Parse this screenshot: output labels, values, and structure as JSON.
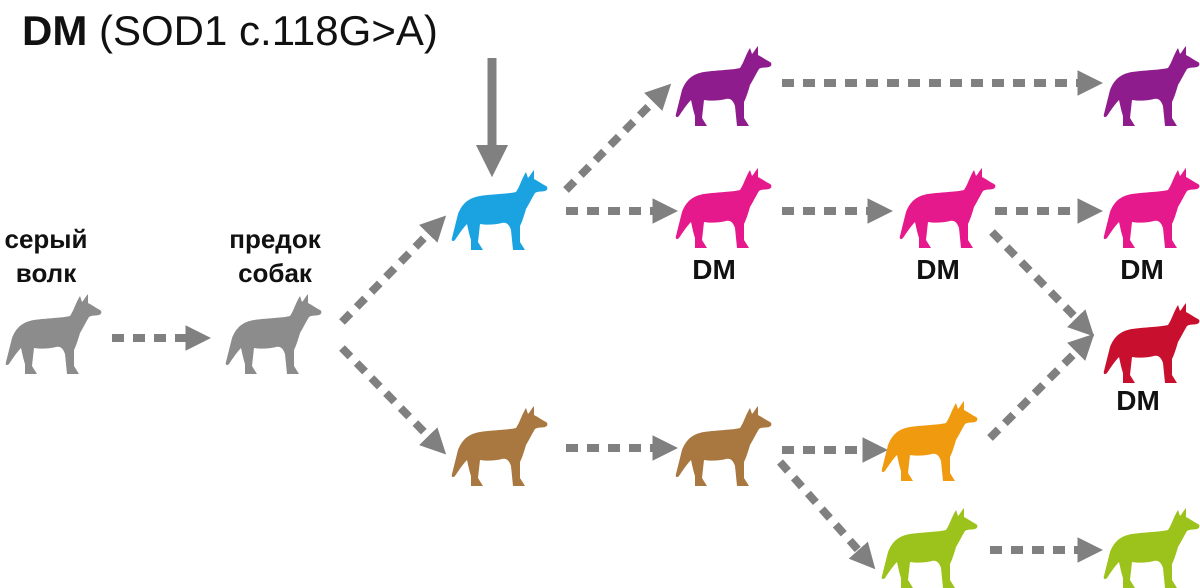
{
  "title": {
    "bold": "DM",
    "rest": " (SOD1 c.118G>A)"
  },
  "labels": {
    "wolf": [
      "серый",
      "волк"
    ],
    "ancestor": [
      "предок",
      "собак"
    ],
    "dm": "DM"
  },
  "colors": {
    "gray": "#8c8c8c",
    "blue": "#1aa3e0",
    "purple": "#8e1c8c",
    "magenta": "#e5188c",
    "brown": "#a87840",
    "orange": "#f09a10",
    "green": "#9cc21c",
    "crimson": "#c8102e",
    "arrow": "#808080"
  },
  "nodes": [
    {
      "id": "wolf",
      "color": "gray",
      "label": "labels.wolf"
    },
    {
      "id": "ancestor",
      "color": "gray",
      "label": "labels.ancestor"
    },
    {
      "id": "blue",
      "color": "blue",
      "label": null
    },
    {
      "id": "purple1",
      "color": "purple",
      "label": null
    },
    {
      "id": "purple2",
      "color": "purple",
      "label": null
    },
    {
      "id": "magenta1",
      "color": "magenta",
      "label": "DM"
    },
    {
      "id": "magenta2",
      "color": "magenta",
      "label": "DM"
    },
    {
      "id": "magenta3",
      "color": "magenta",
      "label": "DM"
    },
    {
      "id": "crimson",
      "color": "crimson",
      "label": "DM"
    },
    {
      "id": "brown1",
      "color": "brown",
      "label": null
    },
    {
      "id": "brown2",
      "color": "brown",
      "label": null
    },
    {
      "id": "orange",
      "color": "orange",
      "label": null
    },
    {
      "id": "green1",
      "color": "green",
      "label": null
    },
    {
      "id": "green2",
      "color": "green",
      "label": null
    }
  ],
  "edges": [
    {
      "from": "wolf",
      "to": "ancestor"
    },
    {
      "from": "ancestor",
      "to": "blue"
    },
    {
      "from": "ancestor",
      "to": "brown1"
    },
    {
      "from": "blue",
      "to": "purple1"
    },
    {
      "from": "blue",
      "to": "magenta1"
    },
    {
      "from": "purple1",
      "to": "purple2"
    },
    {
      "from": "magenta1",
      "to": "magenta2"
    },
    {
      "from": "magenta2",
      "to": "magenta3"
    },
    {
      "from": "magenta2",
      "to": "crimson"
    },
    {
      "from": "brown1",
      "to": "brown2"
    },
    {
      "from": "brown2",
      "to": "orange"
    },
    {
      "from": "brown2",
      "to": "green1"
    },
    {
      "from": "orange",
      "to": "crimson"
    },
    {
      "from": "green1",
      "to": "green2"
    }
  ],
  "mutation_arrow": {
    "from": "title",
    "to": "blue"
  }
}
